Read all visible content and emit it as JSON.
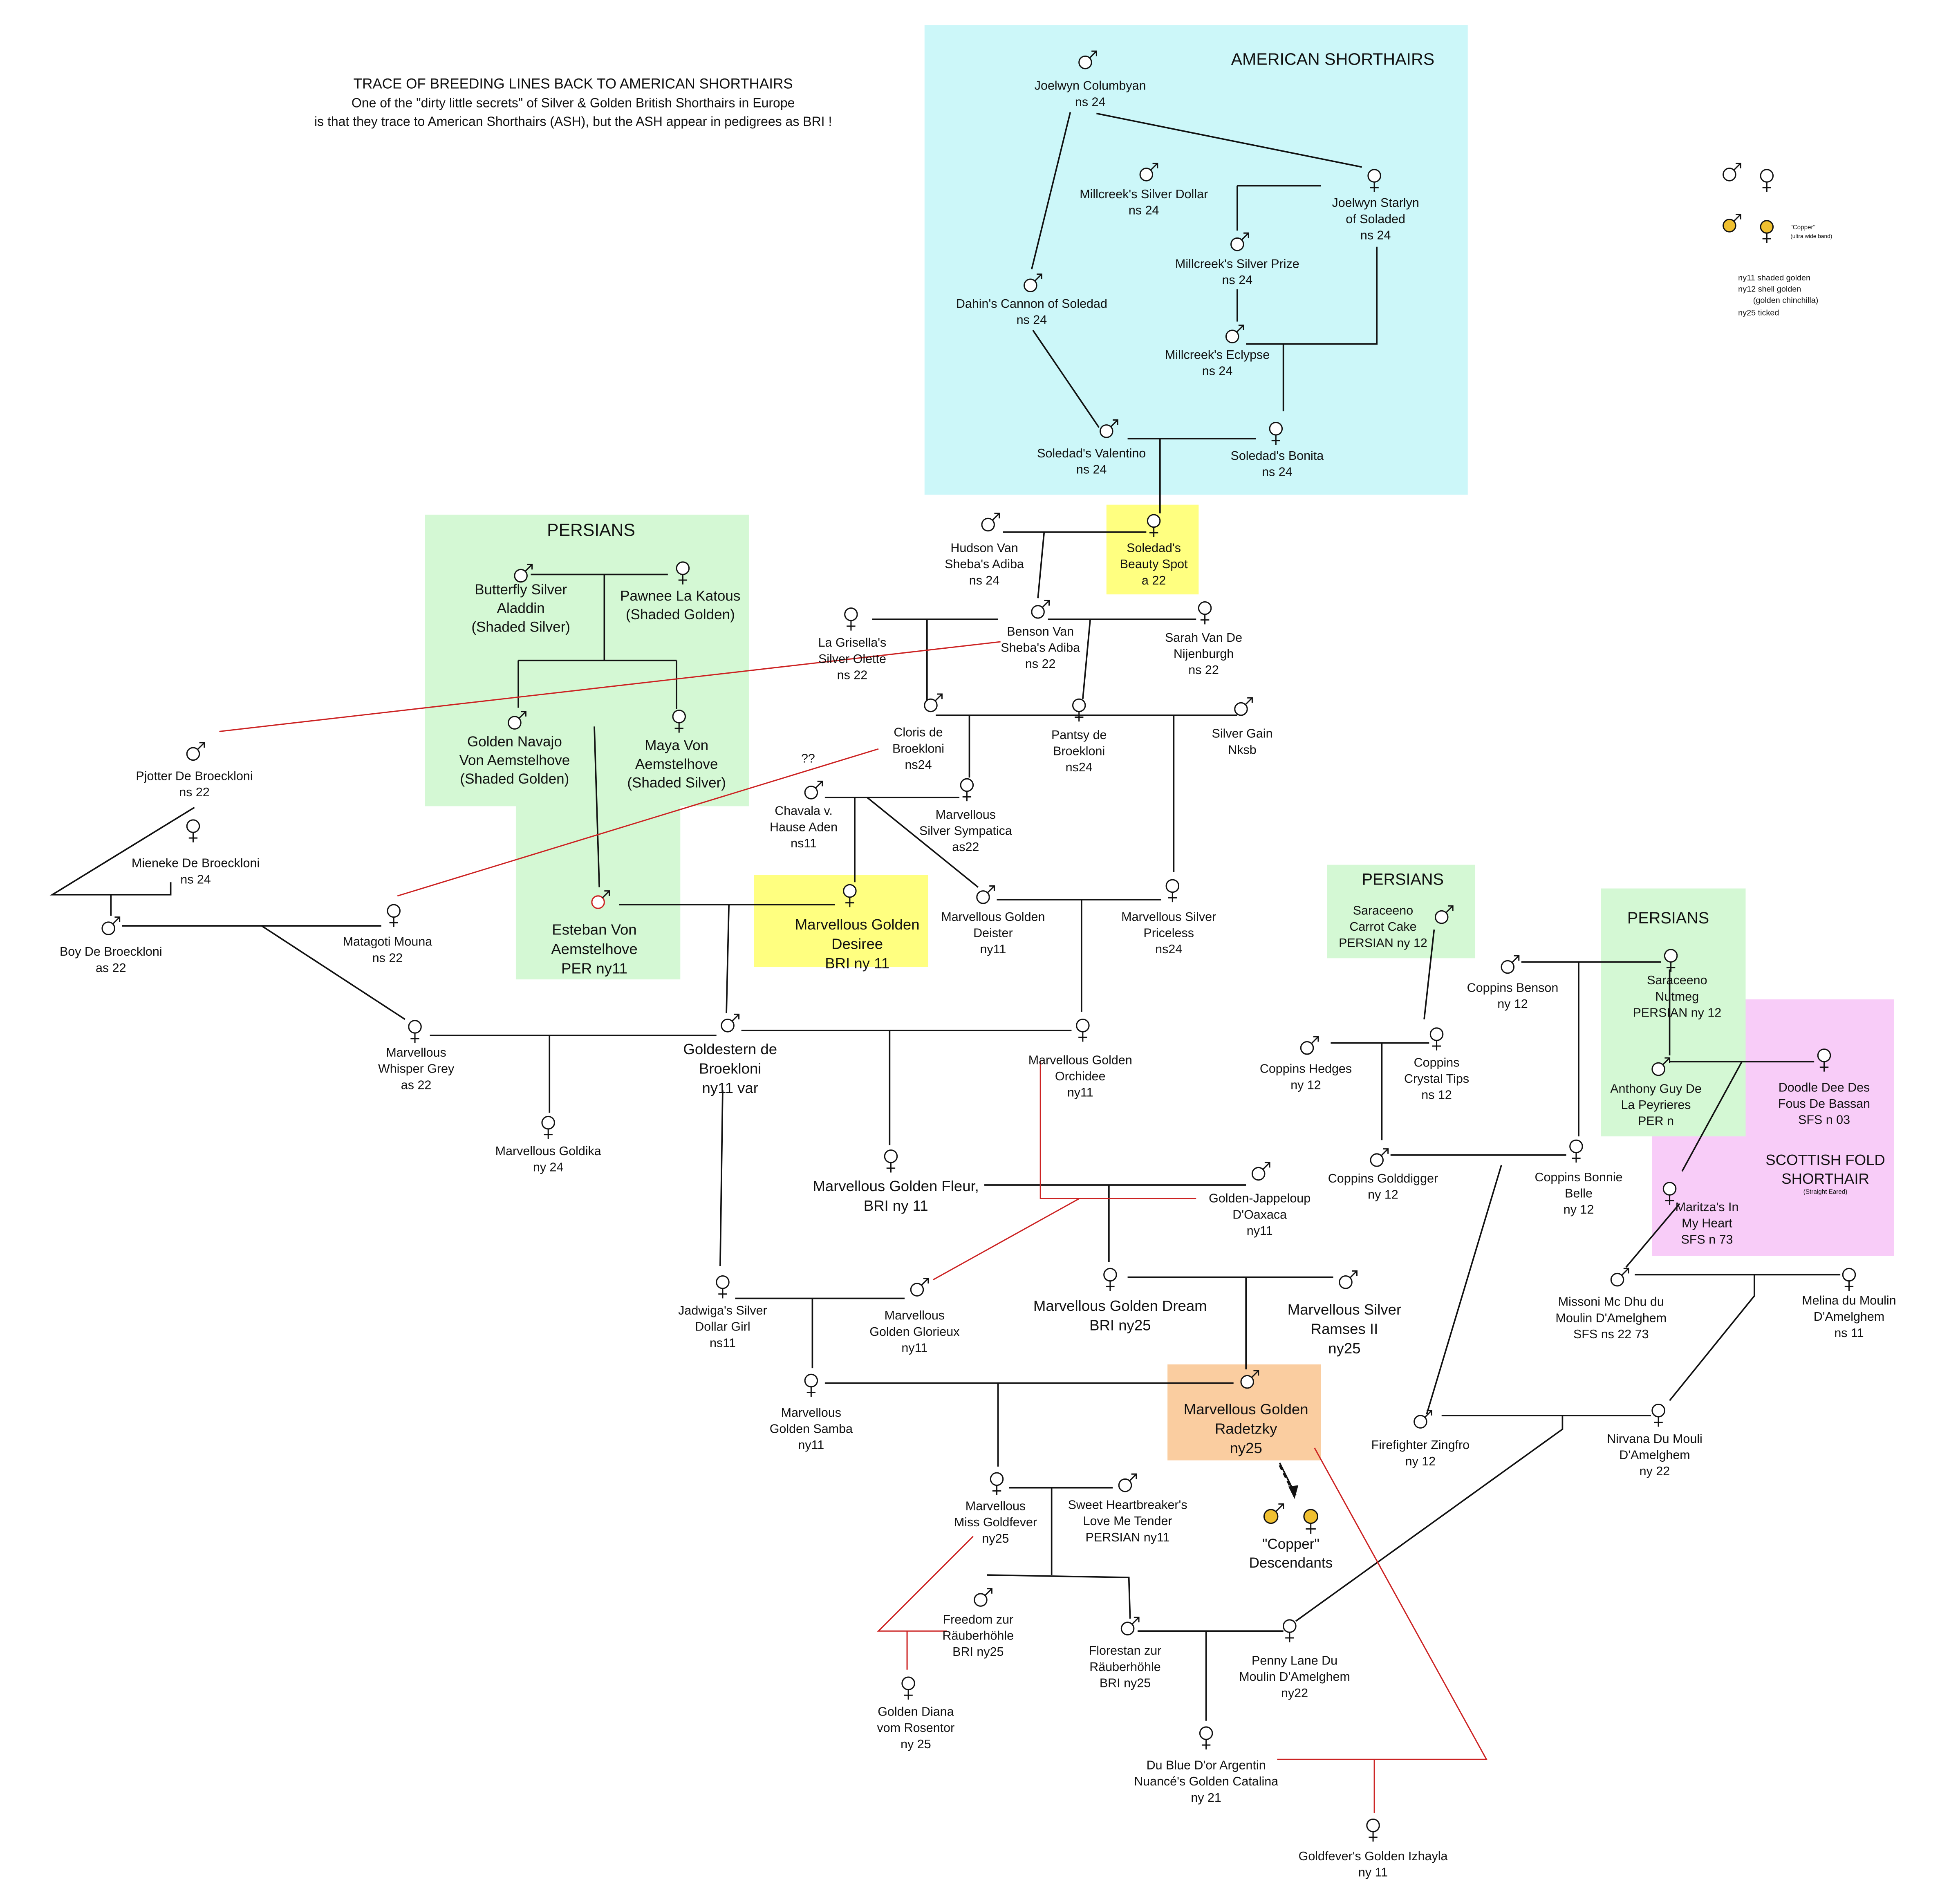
{
  "title": {
    "line1": "TRACE OF BREEDING LINES BACK TO  AMERICAN SHORTHAIRS",
    "line2": "One of the \"dirty little secrets\" of Silver & Golden British Shorthairs in Europe",
    "line3": "is that they trace to American Shorthairs (ASH), but the ASH appear in pedigrees as BRI !"
  },
  "colors": {
    "ash_bg": "#ccf7f9",
    "persian_bg": "#d4f8d4",
    "sfs_bg": "#f8ccf8",
    "yellow_bg": "#ffff80",
    "orange_bg": "#facda0",
    "line": "#111111",
    "red_line": "#cc2222",
    "copper_fill": "#f0c030"
  },
  "regions": {
    "ash": "AMERICAN SHORTHAIRS",
    "persians_main": "PERSIANS",
    "persians_mid": "PERSIANS",
    "persians_right": "PERSIANS",
    "sfs_title1": "SCOTTISH FOLD",
    "sfs_title2": "SHORTHAIR",
    "sfs_sub": "(Straight Eared)"
  },
  "legend": {
    "copper_note1": "\"Copper\"",
    "copper_note2": "(ultra wide band)",
    "line1": "ny11 shaded golden",
    "line2": "ny12 shell golden",
    "line3": "(golden chinchilla)",
    "line4": "ny25 ticked"
  },
  "copper_descendants": [
    "\"Copper\"",
    "Descendants"
  ],
  "question_marks": "??",
  "cats": [
    {
      "id": "joelwyn_columbyan",
      "sex": "m",
      "lines": [
        "Joelwyn Columbyan",
        "ns 24"
      ]
    },
    {
      "id": "millcreek_silver_dollar",
      "sex": "m",
      "lines": [
        "Millcreek's Silver Dollar",
        "ns 24"
      ]
    },
    {
      "id": "joelwyn_starlyn",
      "sex": "f",
      "lines": [
        "Joelwyn Starlyn",
        "of Soladed",
        "ns 24"
      ]
    },
    {
      "id": "millcreek_silver_prize",
      "sex": "m",
      "lines": [
        "Millcreek's Silver Prize",
        "ns 24"
      ]
    },
    {
      "id": "dahins_cannon",
      "sex": "m",
      "lines": [
        "Dahin's Cannon of Soledad",
        "ns 24"
      ]
    },
    {
      "id": "millcreek_eclypse",
      "sex": "m",
      "lines": [
        "Millcreek's Eclypse",
        "ns 24"
      ]
    },
    {
      "id": "soledads_valentino",
      "sex": "m",
      "lines": [
        "Soledad's Valentino",
        "ns 24"
      ]
    },
    {
      "id": "soledads_bonita",
      "sex": "f",
      "lines": [
        "Soledad's Bonita",
        "ns 24"
      ]
    },
    {
      "id": "hudson_van_sheba",
      "sex": "m",
      "lines": [
        "Hudson Van",
        "Sheba's Adiba",
        "ns 24"
      ]
    },
    {
      "id": "soledads_beauty_spot",
      "sex": "f",
      "lines": [
        "Soledad's",
        "Beauty Spot",
        "a 22"
      ]
    },
    {
      "id": "butterfly_silver_aladdin",
      "sex": "m",
      "lines": [
        "Butterfly Silver",
        "Aladdin",
        "(Shaded Silver)"
      ]
    },
    {
      "id": "pawnee_la_katous",
      "sex": "f",
      "lines": [
        "Pawnee La Katous",
        "(Shaded Golden)"
      ]
    },
    {
      "id": "la_grisella",
      "sex": "f",
      "lines": [
        "La Grisella's",
        "Silver Olette",
        "ns 22"
      ]
    },
    {
      "id": "benson_van_sheba",
      "sex": "m",
      "lines": [
        "Benson Van",
        "Sheba's Adiba",
        "ns 22"
      ]
    },
    {
      "id": "sarah_van_de_nijenburgh",
      "sex": "f",
      "lines": [
        "Sarah Van De",
        "Nijenburgh",
        "ns 22"
      ]
    },
    {
      "id": "golden_navajo",
      "sex": "m",
      "lines": [
        "Golden Navajo",
        "Von Aemstelhove",
        "(Shaded Golden)"
      ]
    },
    {
      "id": "maya_von_aemstelhove",
      "sex": "f",
      "lines": [
        "Maya Von",
        "Aemstelhove",
        "(Shaded Silver)"
      ]
    },
    {
      "id": "cloris_de_broekloni",
      "sex": "m",
      "lines": [
        "Cloris de",
        "Broekloni",
        "ns24"
      ]
    },
    {
      "id": "pantsy_de_broekloni",
      "sex": "f",
      "lines": [
        "Pantsy de",
        "Broekloni",
        "ns24"
      ]
    },
    {
      "id": "silver_gain_nksb",
      "sex": "m",
      "lines": [
        "Silver Gain",
        "Nksb"
      ]
    },
    {
      "id": "pjotter_de_broeckloni",
      "sex": "m",
      "lines": [
        "Pjotter De Broeckloni",
        "ns 22"
      ]
    },
    {
      "id": "mieneke_de_broeckloni",
      "sex": "f",
      "lines": [
        "Mieneke De Broeckloni",
        "ns 24"
      ]
    },
    {
      "id": "chavala_hause_aden",
      "sex": "m",
      "lines": [
        "Chavala v.",
        "Hause Aden",
        "ns11"
      ]
    },
    {
      "id": "marvellous_silver_sympatica",
      "sex": "f",
      "lines": [
        "Marvellous",
        "Silver Sympatica",
        "as22"
      ]
    },
    {
      "id": "boy_de_broeckloni",
      "sex": "m",
      "lines": [
        "Boy De Broeckloni",
        "as 22"
      ]
    },
    {
      "id": "matagoti_mouna",
      "sex": "f",
      "lines": [
        "Matagoti Mouna",
        "ns 22"
      ]
    },
    {
      "id": "esteban_von_aemstelhove",
      "sex": "m",
      "lines": [
        "Esteban Von",
        "Aemstelhove",
        "PER      ny11"
      ]
    },
    {
      "id": "marvellous_golden_desiree",
      "sex": "f",
      "lines": [
        "Marvellous Golden",
        "Desiree",
        "BRI ny 11"
      ]
    },
    {
      "id": "marvellous_golden_deister",
      "sex": "m",
      "lines": [
        "Marvellous Golden",
        "Deister",
        "ny11"
      ]
    },
    {
      "id": "marvellous_silver_priceless",
      "sex": "f",
      "lines": [
        "Marvellous Silver",
        "Priceless",
        "ns24"
      ]
    },
    {
      "id": "saraceeno_carrot_cake",
      "sex": "m",
      "lines": [
        "Saraceeno",
        "Carrot Cake",
        "PERSIAN ny 12"
      ]
    },
    {
      "id": "coppins_benson",
      "sex": "m",
      "lines": [
        "Coppins Benson",
        "ny 12"
      ]
    },
    {
      "id": "saraceeno_nutmeg",
      "sex": "f",
      "lines": [
        "Saraceeno",
        "Nutmeg",
        "PERSIAN ny 12"
      ]
    },
    {
      "id": "marvellous_whisper_grey",
      "sex": "f",
      "lines": [
        "Marvellous",
        "Whisper Grey",
        "as 22"
      ]
    },
    {
      "id": "goldestern_de_broekloni",
      "sex": "m",
      "lines": [
        "Goldestern de",
        "Broekloni",
        "ny11 var"
      ]
    },
    {
      "id": "marvellous_golden_orchidee",
      "sex": "f",
      "lines": [
        "Marvellous Golden",
        "Orchidee",
        "ny11"
      ]
    },
    {
      "id": "coppins_hedges",
      "sex": "m",
      "lines": [
        "Coppins Hedges",
        "ny 12"
      ]
    },
    {
      "id": "coppins_crystal_tips",
      "sex": "f",
      "lines": [
        "Coppins",
        "Crystal Tips",
        "ns 12"
      ]
    },
    {
      "id": "anthony_guy_de_la_peyrieres",
      "sex": "m",
      "lines": [
        "Anthony Guy De",
        "La Peyrieres",
        "PER n"
      ]
    },
    {
      "id": "doodle_dee_des_fous",
      "sex": "f",
      "lines": [
        "Doodle Dee Des",
        "Fous De Bassan",
        "SFS n 03"
      ]
    },
    {
      "id": "marvellous_goldika",
      "sex": "f",
      "lines": [
        "Marvellous Goldika",
        "ny 24"
      ]
    },
    {
      "id": "marvellous_golden_fleur",
      "sex": "f",
      "lines": [
        "Marvellous Golden Fleur,",
        "BRI ny 11"
      ]
    },
    {
      "id": "golden_jappeloup",
      "sex": "m",
      "lines": [
        "Golden-Jappeloup",
        "D'Oaxaca",
        "ny11"
      ]
    },
    {
      "id": "coppins_golddigger",
      "sex": "m",
      "lines": [
        "Coppins Golddigger",
        "ny 12"
      ]
    },
    {
      "id": "coppins_bonnie_belle",
      "sex": "f",
      "lines": [
        "Coppins Bonnie",
        "Belle",
        "ny 12"
      ]
    },
    {
      "id": "maritzas_in_my_heart",
      "sex": "f",
      "lines": [
        "Maritza's In",
        "My Heart",
        "SFS n 73"
      ]
    },
    {
      "id": "jadwigas_silver_dollar_girl",
      "sex": "f",
      "lines": [
        "Jadwiga's Silver",
        "Dollar Girl",
        "ns11"
      ]
    },
    {
      "id": "marvellous_golden_glorieux",
      "sex": "m",
      "lines": [
        "Marvellous",
        "Golden Glorieux",
        "ny11"
      ]
    },
    {
      "id": "marvellous_golden_dream",
      "sex": "f",
      "lines": [
        "Marvellous Golden  Dream",
        "BRI ny25"
      ]
    },
    {
      "id": "marvellous_silver_ramses",
      "sex": "m",
      "lines": [
        "Marvellous Silver",
        "Ramses II",
        "ny25"
      ]
    },
    {
      "id": "missoni_mc_dhu",
      "sex": "m",
      "lines": [
        "Missoni Mc Dhu du",
        "Moulin D'Amelghem",
        "SFS ns 22 73"
      ]
    },
    {
      "id": "melina_du_moulin",
      "sex": "f",
      "lines": [
        "Melina du Moulin",
        "D'Amelghem",
        "ns 11"
      ]
    },
    {
      "id": "marvellous_golden_samba",
      "sex": "f",
      "lines": [
        "Marvellous",
        "Golden Samba",
        "ny11"
      ]
    },
    {
      "id": "marvellous_golden_radetzky",
      "sex": "m",
      "lines": [
        "Marvellous Golden",
        "Radetzky",
        "ny25"
      ]
    },
    {
      "id": "firefighter_zingfro",
      "sex": "m",
      "lines": [
        "Firefighter Zingfro",
        "ny 12"
      ]
    },
    {
      "id": "nirvana_du_mouli",
      "sex": "f",
      "lines": [
        "Nirvana Du Mouli",
        "D'Amelghem",
        "ny 22"
      ]
    },
    {
      "id": "marvellous_miss_goldfever",
      "sex": "f",
      "lines": [
        "Marvellous",
        "Miss Goldfever",
        "ny25"
      ]
    },
    {
      "id": "sweet_heartbreaker",
      "sex": "m",
      "lines": [
        "Sweet Heartbreaker's",
        "Love Me Tender",
        "PERSIAN ny11"
      ]
    },
    {
      "id": "freedom_zur_rauberhohle",
      "sex": "m",
      "lines": [
        "Freedom  zur",
        "Räuberhöhle",
        "BRI ny25"
      ]
    },
    {
      "id": "florestan_zur_rauberhohle",
      "sex": "m",
      "lines": [
        "Florestan zur",
        "Räuberhöhle",
        "BRI ny25"
      ]
    },
    {
      "id": "penny_lane_du_moulin",
      "sex": "f",
      "lines": [
        "Penny Lane Du",
        "Moulin D'Amelghem",
        "ny22"
      ]
    },
    {
      "id": "golden_diana_vom_rosentor",
      "sex": "f",
      "lines": [
        "Golden Diana",
        "vom Rosentor",
        "ny 25"
      ]
    },
    {
      "id": "du_blue_dor_argentin",
      "sex": "f",
      "lines": [
        "Du Blue D'or Argentin",
        "Nuancé's Golden Catalina",
        "ny 21"
      ]
    },
    {
      "id": "goldfevers_golden_izhayla",
      "sex": "f",
      "lines": [
        "Goldfever's Golden Izhayla",
        "ny 11"
      ]
    }
  ]
}
